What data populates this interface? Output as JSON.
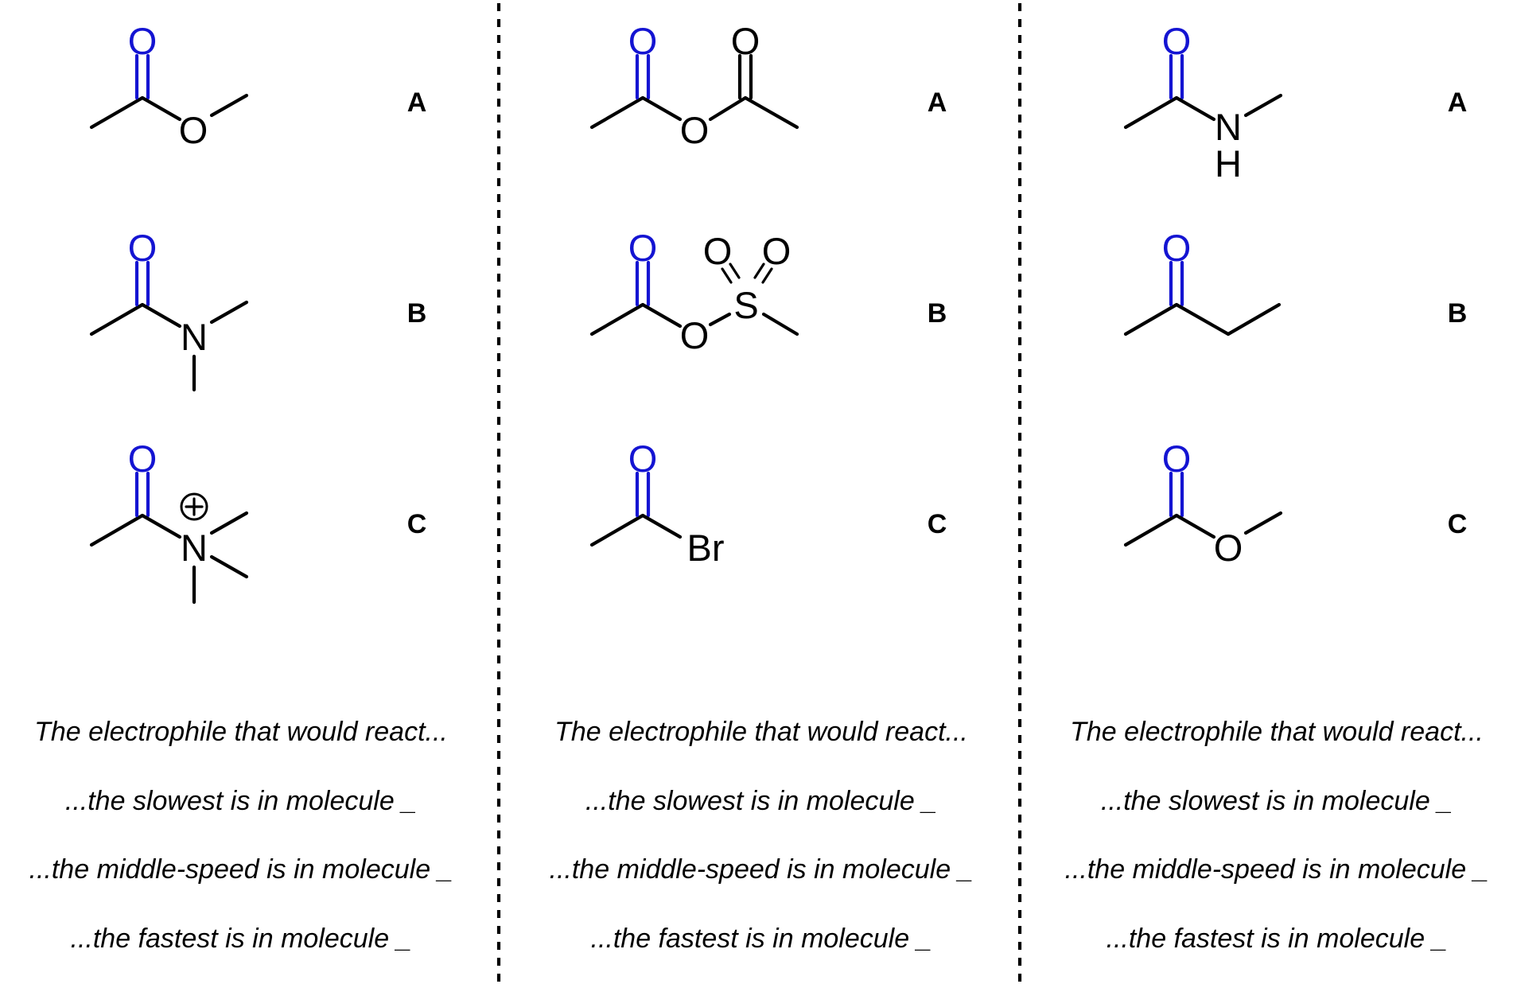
{
  "colors": {
    "carbonyl_oxygen": "#1414d2",
    "ink": "#000000",
    "background": "#ffffff"
  },
  "panels": [
    {
      "molecules": [
        {
          "label": "A",
          "atoms": {
            "o_carbonyl": "O",
            "o_ester": "O"
          }
        },
        {
          "label": "B",
          "atoms": {
            "o_carbonyl": "O",
            "n": "N"
          }
        },
        {
          "label": "C",
          "atoms": {
            "o_carbonyl": "O",
            "n": "N",
            "charge": "+"
          }
        }
      ],
      "question": {
        "intro": "The electrophile that would react...",
        "slowest": "...the slowest is in molecule _",
        "middle": "...the middle-speed is in molecule _",
        "fastest": "...the fastest is in molecule _"
      }
    },
    {
      "molecules": [
        {
          "label": "A",
          "atoms": {
            "o_carbonyl": "O",
            "o_bridge": "O",
            "o_carbonyl2": "O"
          }
        },
        {
          "label": "B",
          "atoms": {
            "o_carbonyl": "O",
            "o_bridge": "O",
            "s": "S",
            "o_s1": "O",
            "o_s2": "O"
          }
        },
        {
          "label": "C",
          "atoms": {
            "o_carbonyl": "O",
            "br": "Br"
          }
        }
      ],
      "question": {
        "intro": "The electrophile that would react...",
        "slowest": "...the slowest is in molecule _",
        "middle": "...the middle-speed is in molecule _",
        "fastest": "...the fastest is in molecule _"
      }
    },
    {
      "molecules": [
        {
          "label": "A",
          "atoms": {
            "o_carbonyl": "O",
            "n": "N",
            "h": "H"
          }
        },
        {
          "label": "B",
          "atoms": {
            "o_carbonyl": "O"
          }
        },
        {
          "label": "C",
          "atoms": {
            "o_carbonyl": "O",
            "o_ester": "O"
          }
        }
      ],
      "question": {
        "intro": "The electrophile that would react...",
        "slowest": "...the slowest is in molecule _",
        "middle": "...the middle-speed is in molecule _",
        "fastest": "...the fastest is in molecule _"
      }
    }
  ]
}
